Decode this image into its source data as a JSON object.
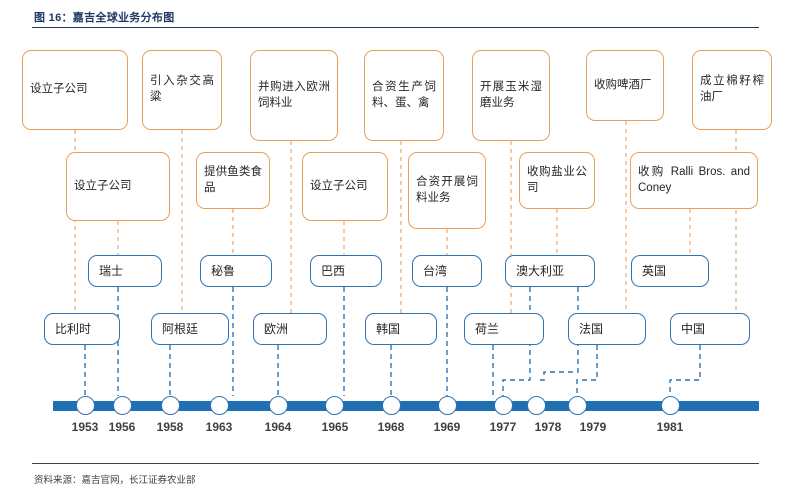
{
  "figure": {
    "title": "图 16：嘉吉全球业务分布图",
    "source": "资料来源：嘉吉官网，长江证券农业部"
  },
  "colors": {
    "orange_border": "#E8A05C",
    "blue_border": "#2E74B5",
    "axis_blue": "#1F6FB5",
    "title_navy": "#1F3864",
    "text_dark": "#262626"
  },
  "event_boxes_row1": [
    {
      "text": "设立子公司"
    },
    {
      "text": "引入杂交高粱"
    },
    {
      "text": "并购进入欧洲饲料业"
    },
    {
      "text": "合资生产饲料、蛋、禽"
    },
    {
      "text": "开展玉米湿磨业务"
    },
    {
      "text": "收购啤酒厂"
    },
    {
      "text": "成立棉籽榨油厂"
    }
  ],
  "event_boxes_row2": [
    {
      "text": "设立子公司"
    },
    {
      "text": "提供鱼类食品"
    },
    {
      "text": "设立子公司"
    },
    {
      "text": "合资开展饲料业务"
    },
    {
      "text": "收购盐业公司"
    },
    {
      "text": "收购 Ralli Bros. and Coney"
    }
  ],
  "country_boxes_row3": [
    {
      "text": "瑞士"
    },
    {
      "text": "秘鲁"
    },
    {
      "text": "巴西"
    },
    {
      "text": "台湾"
    },
    {
      "text": "澳大利亚"
    },
    {
      "text": "英国"
    }
  ],
  "country_boxes_row4": [
    {
      "text": "比利时"
    },
    {
      "text": "阿根廷"
    },
    {
      "text": "欧洲"
    },
    {
      "text": "韩国"
    },
    {
      "text": "荷兰"
    },
    {
      "text": "法国"
    },
    {
      "text": "中国"
    }
  ],
  "timeline": {
    "years": [
      "1953",
      "1956",
      "1958",
      "1963",
      "1964",
      "1965",
      "1968",
      "1969",
      "1977",
      "1978",
      "1979",
      "1981"
    ]
  },
  "chart_data": {
    "type": "timeline",
    "title": "图 16：嘉吉全球业务分布图",
    "categories": [
      "1953",
      "1956",
      "1958",
      "1963",
      "1964",
      "1965",
      "1968",
      "1969",
      "1977",
      "1978",
      "1979",
      "1981"
    ],
    "events": [
      {
        "year": "1953",
        "country": "比利时",
        "activity": "设立子公司"
      },
      {
        "year": "1956",
        "country": "瑞士",
        "activity": "设立子公司"
      },
      {
        "year": "1958",
        "country": "阿根廷",
        "activity": "引入杂交高粱"
      },
      {
        "year": "1963",
        "country": "秘鲁",
        "activity": "提供鱼类食品"
      },
      {
        "year": "1964",
        "country": "欧洲",
        "activity": "并购进入欧洲饲料业"
      },
      {
        "year": "1965",
        "country": "巴西",
        "activity": "设立子公司"
      },
      {
        "year": "1968",
        "country": "韩国",
        "activity": "合资生产饲料、蛋、禽"
      },
      {
        "year": "1969",
        "country": "台湾",
        "activity": "合资开展饲料业务"
      },
      {
        "year": "1977",
        "country": "澳大利亚",
        "activity": "开展玉米湿磨业务"
      },
      {
        "year": "1978",
        "country": "荷兰",
        "activity": "收购盐业公司"
      },
      {
        "year": "1979",
        "country": "法国",
        "activity": "收购啤酒厂"
      },
      {
        "year": "1981",
        "country": "中国",
        "activity": "成立棉籽榨油厂"
      },
      {
        "year": "1981",
        "country": "英国",
        "activity": "收购 Ralli Bros. and Coney"
      }
    ]
  }
}
